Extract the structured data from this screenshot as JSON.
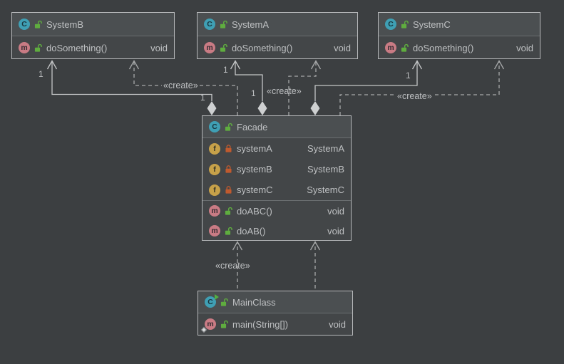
{
  "theme": {
    "canvas_bg": "#3c3f41",
    "node_body_bg": "#434648",
    "node_header_bg": "#4b4f51",
    "node_border": "#b6b8ba",
    "separator": "#6a6e70",
    "text": "#bec0c2",
    "edge_solid": "#c4c6c7",
    "edge_dashed": "#a7a9aa",
    "diamond_fill": "#ced0d1",
    "class_icon_bg": "#3f9fb4",
    "method_icon_bg": "#c97b84",
    "field_icon_bg": "#c7a149",
    "lock_open": "#5fad3f",
    "lock_closed": "#c05a2e",
    "run_badge": "#52b041"
  },
  "icons": {
    "class_letter": "C",
    "method_letter": "m",
    "field_letter": "f"
  },
  "nodes": {
    "systemB": {
      "title": "SystemB",
      "members": [
        {
          "name": "doSomething()",
          "type": "void"
        }
      ]
    },
    "systemA": {
      "title": "SystemA",
      "members": [
        {
          "name": "doSomething()",
          "type": "void"
        }
      ]
    },
    "systemC": {
      "title": "SystemC",
      "members": [
        {
          "name": "doSomething()",
          "type": "void"
        }
      ]
    },
    "facade": {
      "title": "Facade",
      "fields": [
        {
          "name": "systemA",
          "type": "SystemA"
        },
        {
          "name": "systemB",
          "type": "SystemB"
        },
        {
          "name": "systemC",
          "type": "SystemC"
        }
      ],
      "methods": [
        {
          "name": "doABC()",
          "type": "void"
        },
        {
          "name": "doAB()",
          "type": "void"
        }
      ]
    },
    "mainClass": {
      "title": "MainClass",
      "members": [
        {
          "name": "main(String[])",
          "type": "void"
        }
      ]
    }
  },
  "edges": {
    "create_label": "«create»",
    "multiplicity_one": "1"
  }
}
